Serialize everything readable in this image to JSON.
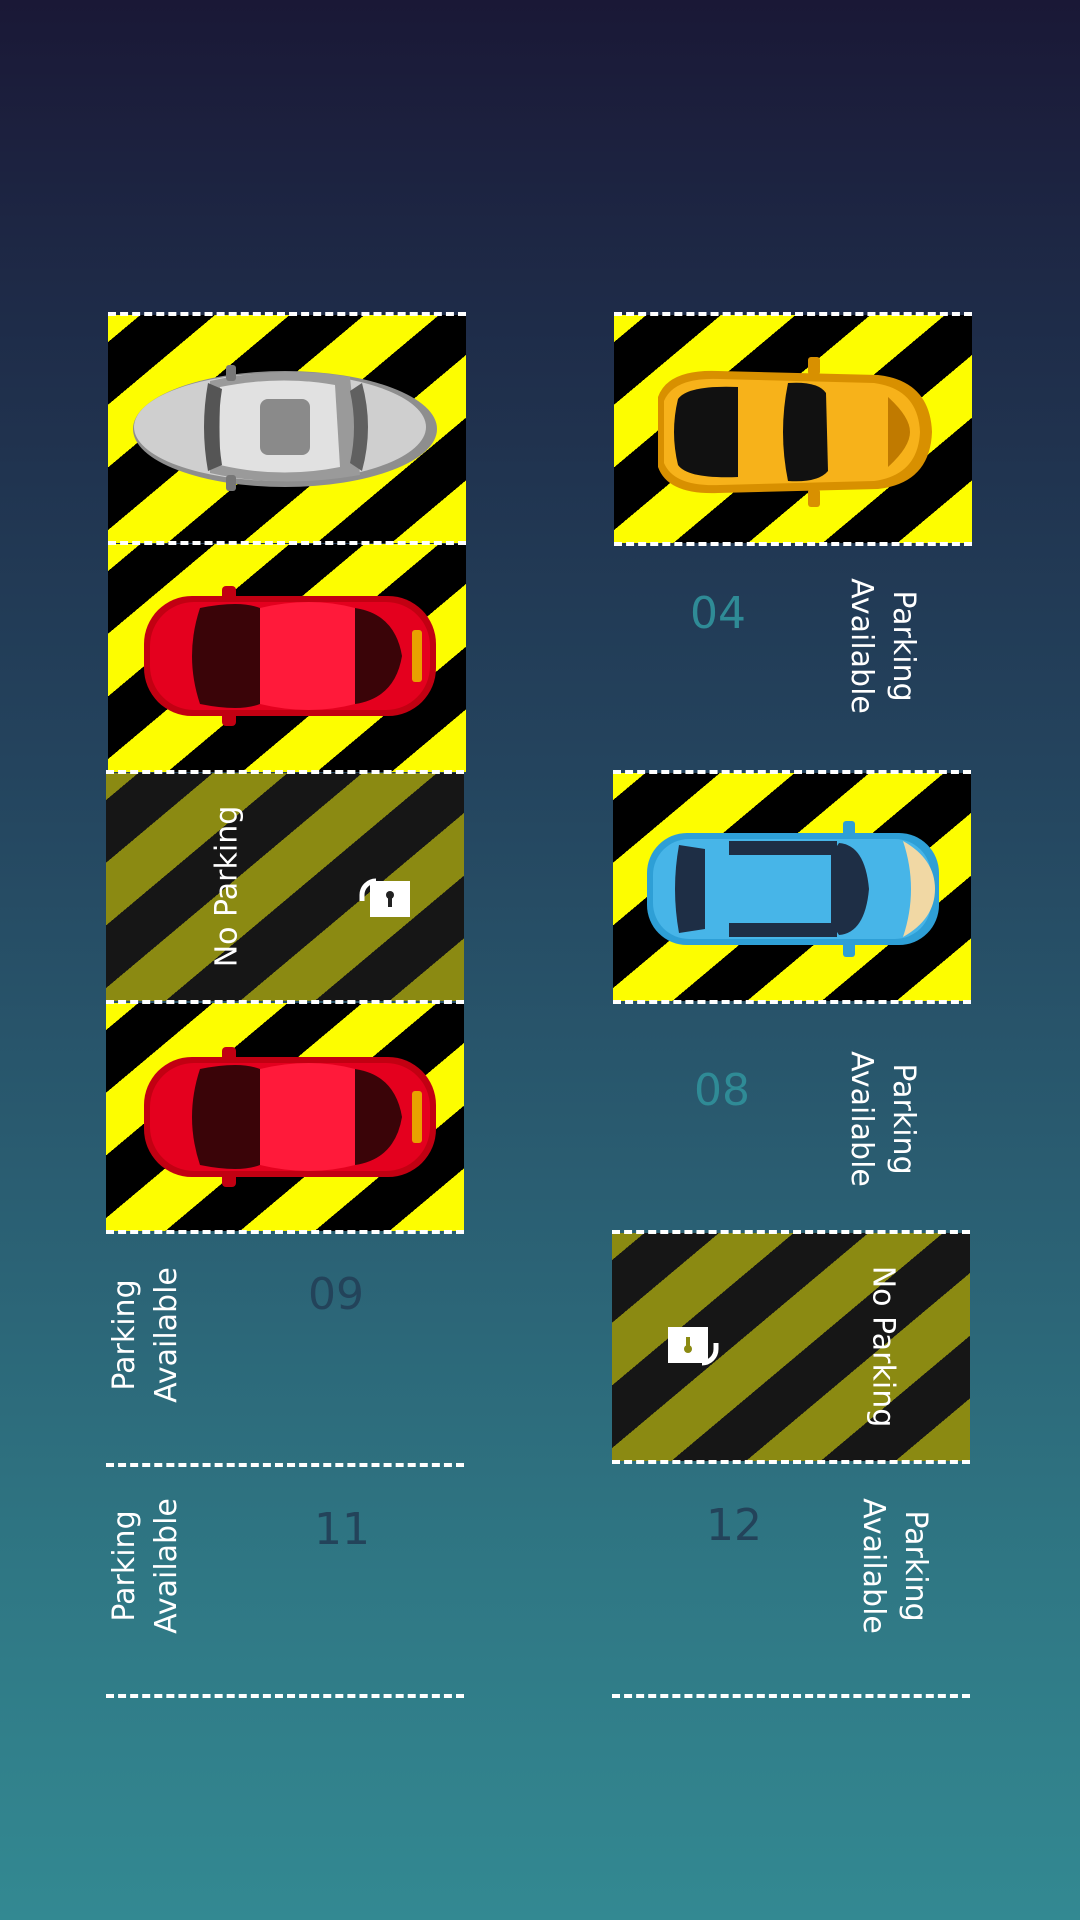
{
  "colors": {
    "hazard_yellow": "#fdfd00",
    "hazard_black": "#000000",
    "hazard_dim_yellow": "#8b8a12",
    "number_teal": "#2f8b96",
    "number_dark": "#23435a"
  },
  "slots": {
    "s04": {
      "number": "04",
      "status": "Parking\nAvailable"
    },
    "s08": {
      "number": "08",
      "status": "Parking\nAvailable"
    },
    "s09": {
      "number": "09",
      "status": "Parking\nAvailable"
    },
    "s11": {
      "number": "11",
      "status": "Parking\nAvailable"
    },
    "s12": {
      "number": "12",
      "status": "Parking\nAvailable"
    },
    "blocked_left": {
      "label": "No Parking",
      "icon": "lock-icon"
    },
    "blocked_right": {
      "label": "No Parking",
      "icon": "lock-icon"
    }
  },
  "cars": [
    {
      "name": "silver-sedan",
      "color": "#c8c8c8"
    },
    {
      "name": "red-beetle",
      "color": "#e0001c"
    },
    {
      "name": "red-beetle",
      "color": "#e0001c"
    },
    {
      "name": "yellow-sports",
      "color": "#f0aa10"
    },
    {
      "name": "blue-hatchback",
      "color": "#45b3e5"
    }
  ]
}
